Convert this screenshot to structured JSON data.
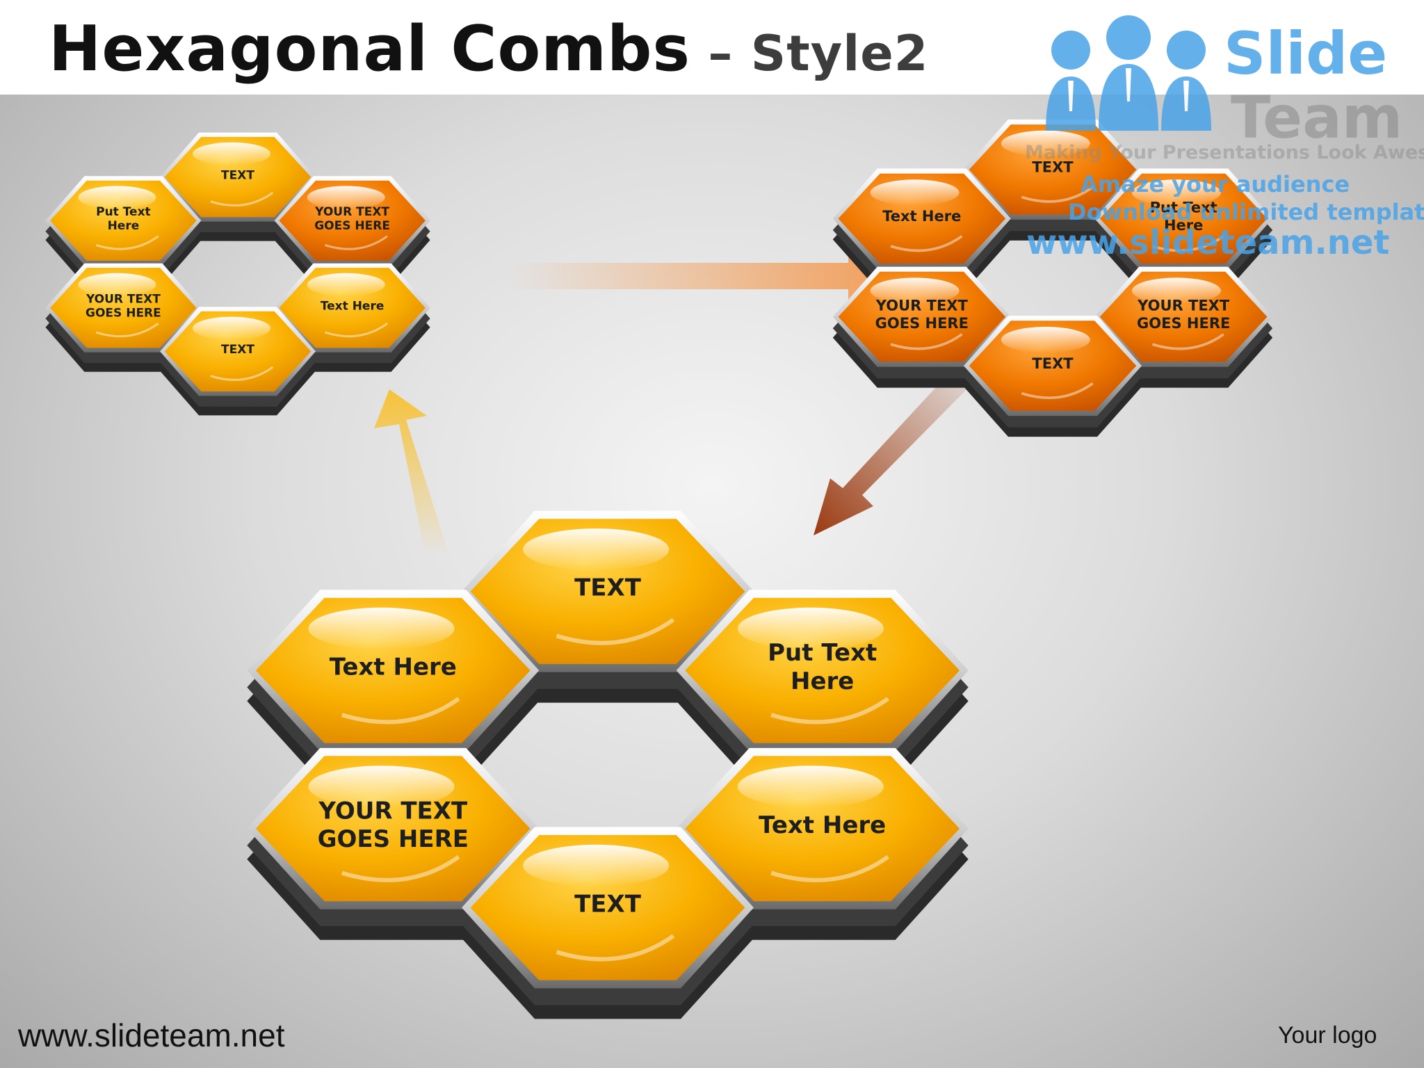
{
  "title": {
    "main": "Hexagonal Combs",
    "dash": " – ",
    "sub": "Style2"
  },
  "colors": {
    "light_hex": "#f9b000",
    "dark_hex": "#f07000",
    "arrow_right": "#f29f5c",
    "arrow_down_left": "#9a3a10",
    "arrow_up": "#f7c238",
    "watermark": "#4aa3e8"
  },
  "combs": [
    {
      "id": "small",
      "theme": "light",
      "cells": [
        {
          "label": "TEXT"
        },
        {
          "label": "YOUR TEXT GOES HERE",
          "theme": "dark"
        },
        {
          "label": "Text Here"
        },
        {
          "label": "TEXT"
        },
        {
          "label": "YOUR TEXT GOES HERE"
        },
        {
          "label": "Put Text Here"
        }
      ]
    },
    {
      "id": "medium",
      "theme": "dark",
      "cells": [
        {
          "label": "TEXT"
        },
        {
          "label": "Put Text Here"
        },
        {
          "label": "YOUR TEXT GOES HERE"
        },
        {
          "label": "TEXT"
        },
        {
          "label": "YOUR TEXT GOES HERE"
        },
        {
          "label": "Text Here"
        }
      ]
    },
    {
      "id": "large",
      "theme": "light",
      "cells": [
        {
          "label": "TEXT"
        },
        {
          "label": "Put Text Here"
        },
        {
          "label": "Text Here"
        },
        {
          "label": "TEXT"
        },
        {
          "label": "YOUR TEXT GOES HERE"
        },
        {
          "label": "Text Here"
        }
      ]
    }
  ],
  "arrows": [
    {
      "name": "arrow-right",
      "color_key": "arrow_right"
    },
    {
      "name": "arrow-down-left",
      "color_key": "arrow_down_left"
    },
    {
      "name": "arrow-up",
      "color_key": "arrow_up"
    }
  ],
  "watermark": {
    "brand_line1": "Slide",
    "brand_line2": "Team",
    "tagline": "Making Your Presentations Look Awesome",
    "line1": "Amaze your audience",
    "line2": "Download unlimited templates",
    "url": "www.slideteam.net",
    "icon": "people-group-icon"
  },
  "footer": {
    "url": "www.slideteam.net",
    "logo": "Your logo"
  }
}
